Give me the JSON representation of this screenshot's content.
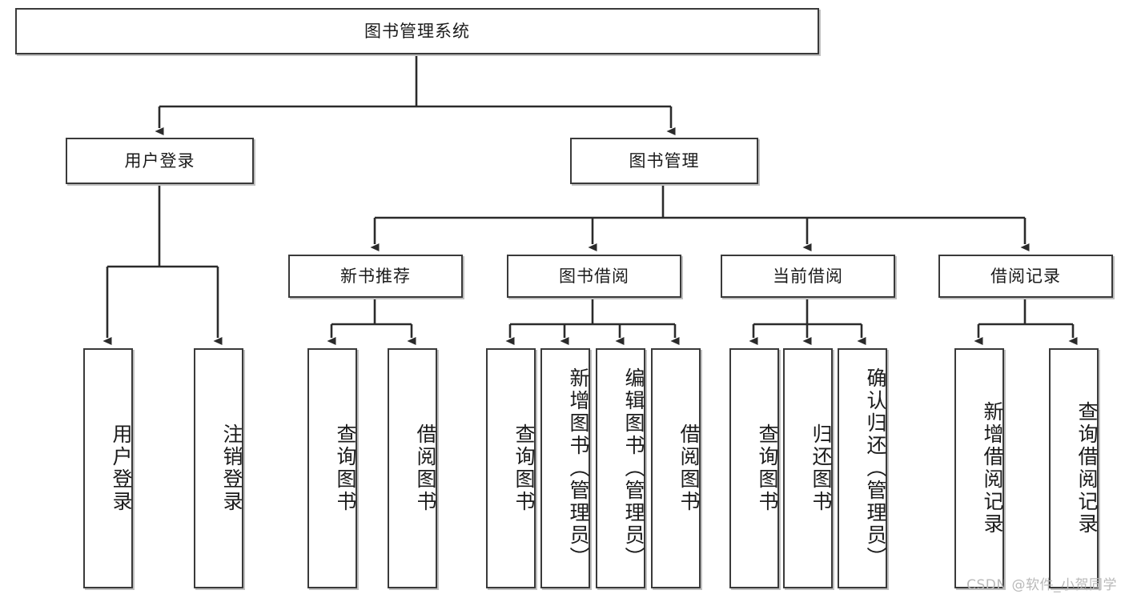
{
  "diagram": {
    "title": "图书管理系统",
    "type": "tree",
    "watermark": "CSDN @软件_小贺同学",
    "colors": {
      "box_border": "#3a3a3a",
      "box_fill": "#ffffff",
      "edge": "#2b2b2b",
      "watermark": "#b9b9b9"
    }
  },
  "nodes": {
    "root": {
      "label": "图书管理系统"
    },
    "level2": [
      {
        "id": "user-login",
        "label": "用户登录"
      },
      {
        "id": "book-manage",
        "label": "图书管理"
      }
    ],
    "level3": [
      {
        "id": "new-book-recommend",
        "label": "新书推荐"
      },
      {
        "id": "book-borrow",
        "label": "图书借阅"
      },
      {
        "id": "current-borrow",
        "label": "当前借阅"
      },
      {
        "id": "borrow-record",
        "label": "借阅记录"
      }
    ],
    "leaves": [
      {
        "id": "leaf-user-login",
        "label": "用户登录"
      },
      {
        "id": "leaf-user-logout",
        "label": "注销登录"
      },
      {
        "id": "leaf-query-book-1",
        "label": "查询图书"
      },
      {
        "id": "leaf-borrow-book-1",
        "label": "借阅图书"
      },
      {
        "id": "leaf-query-book-2",
        "label": "查询图书"
      },
      {
        "id": "leaf-add-book",
        "label": "新增图书（管理员）"
      },
      {
        "id": "leaf-edit-book",
        "label": "编辑图书（管理员）"
      },
      {
        "id": "leaf-borrow-book-2",
        "label": "借阅图书"
      },
      {
        "id": "leaf-query-book-3",
        "label": "查询图书"
      },
      {
        "id": "leaf-return-book",
        "label": "归还图书"
      },
      {
        "id": "leaf-confirm-return",
        "label": "确认归还（管理员）"
      },
      {
        "id": "leaf-add-record",
        "label": "新增借阅记录"
      },
      {
        "id": "leaf-query-record",
        "label": "查询借阅记录"
      }
    ]
  },
  "edges": {
    "root_to_level2": [
      "用户登录",
      "图书管理"
    ],
    "user_login_children": [
      "用户登录",
      "注销登录"
    ],
    "book_manage_children": [
      "新书推荐",
      "图书借阅",
      "当前借阅",
      "借阅记录"
    ],
    "new_book_recommend_children": [
      "查询图书",
      "借阅图书"
    ],
    "book_borrow_children": [
      "查询图书",
      "新增图书（管理员）",
      "编辑图书（管理员）",
      "借阅图书"
    ],
    "current_borrow_children": [
      "查询图书",
      "归还图书",
      "确认归还（管理员）"
    ],
    "borrow_record_children": [
      "新增借阅记录",
      "查询借阅记录"
    ]
  }
}
